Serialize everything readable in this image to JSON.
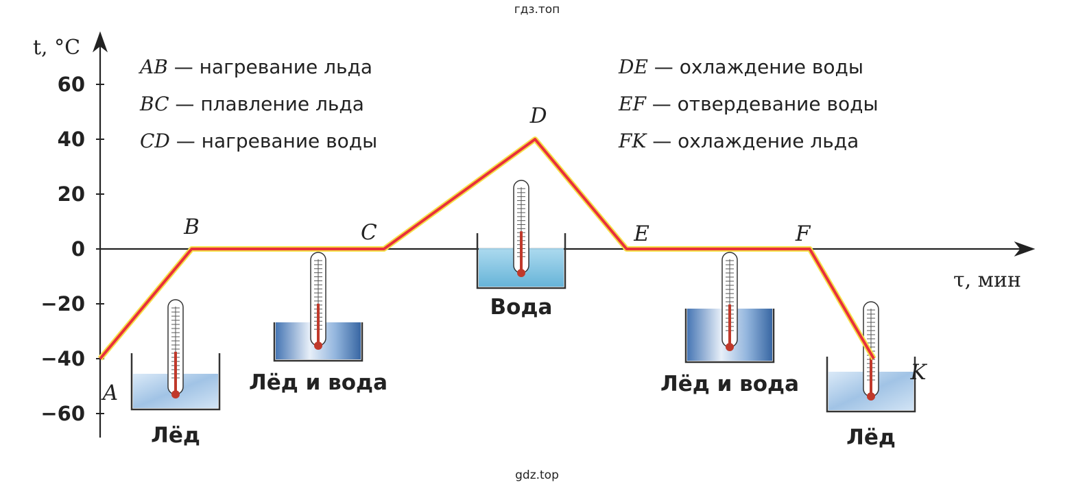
{
  "watermark_top": "гдз.топ",
  "watermark_bottom": "gdz.top",
  "chart_data": {
    "type": "line",
    "ylabel": "t, °C",
    "xlabel": "τ, мин",
    "yticks": [
      60,
      40,
      20,
      0,
      -20,
      -40,
      -60
    ],
    "ytick_labels": [
      "60",
      "40",
      "20",
      "0",
      "−20",
      "−40",
      "−60"
    ],
    "ylim": [
      -67,
      78
    ],
    "points": [
      {
        "label": "A",
        "x": 0,
        "y": -40
      },
      {
        "label": "B",
        "x": 1,
        "y": 0
      },
      {
        "label": "C",
        "x": 3.1,
        "y": 0
      },
      {
        "label": "D",
        "x": 4.75,
        "y": 40
      },
      {
        "label": "E",
        "x": 5.75,
        "y": 0
      },
      {
        "label": "F",
        "x": 7.75,
        "y": 0
      },
      {
        "label": "K",
        "x": 8.45,
        "y": -40
      }
    ],
    "legend": [
      {
        "code": "AB",
        "dash": " — ",
        "text": "нагревание льда"
      },
      {
        "code": "BC",
        "dash": " — ",
        "text": "плавление льда"
      },
      {
        "code": "CD",
        "dash": " — ",
        "text": "нагревание воды"
      },
      {
        "code": "DE",
        "dash": " — ",
        "text": "охлаждение воды"
      },
      {
        "code": "EF",
        "dash": " — ",
        "text": "отвердевание воды"
      },
      {
        "code": "FK",
        "dash": " — ",
        "text": "охлаждение льда"
      }
    ],
    "illustrations": [
      {
        "caption": "Лёд",
        "content": "ice"
      },
      {
        "caption": "Лёд и вода",
        "content": "mix"
      },
      {
        "caption": "Вода",
        "content": "water"
      },
      {
        "caption": "Лёд и вода",
        "content": "mix"
      },
      {
        "caption": "Лёд",
        "content": "ice"
      }
    ],
    "colors": {
      "line": "#e8303a",
      "line_glow": "#f5e04a",
      "axis": "#222222",
      "water": "#7cc4e0",
      "ice": "#b9d6ee"
    }
  }
}
